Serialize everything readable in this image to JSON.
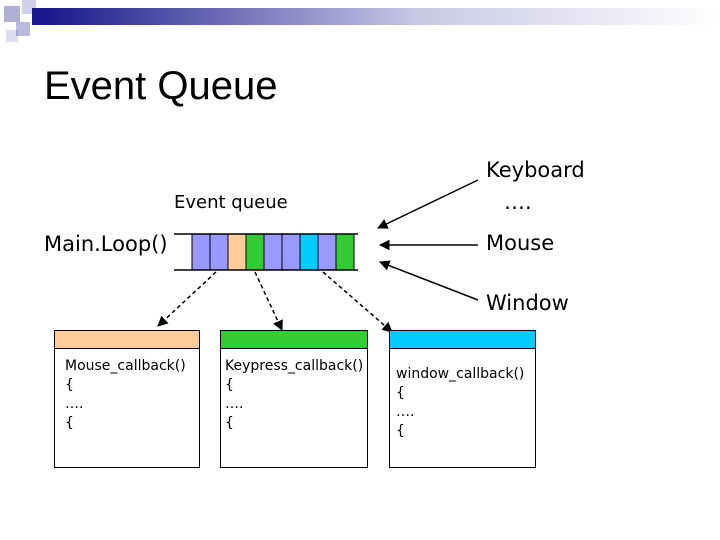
{
  "slide": {
    "title": "Event Queue",
    "queue_label": "Event queue",
    "main_loop_label": "Main.Loop()",
    "sources": {
      "keyboard": "Keyboard",
      "keyboard_more": "….",
      "mouse": "Mouse",
      "window": "Window"
    }
  },
  "queue_cells": [
    {
      "color": "#9999ff"
    },
    {
      "color": "#9999ff"
    },
    {
      "color": "#ffcc99"
    },
    {
      "color": "#33cc33"
    },
    {
      "color": "#9999ff"
    },
    {
      "color": "#9999ff"
    },
    {
      "color": "#00ccff"
    },
    {
      "color": "#9999ff"
    },
    {
      "color": "#33cc33"
    }
  ],
  "callbacks": [
    {
      "name": "Mouse_callback()",
      "open": "{",
      "body": "….",
      "close": "{",
      "color": "#ffcc99"
    },
    {
      "name": "Keypress_callback()",
      "open": "{",
      "body": "….",
      "close": "{",
      "color": "#33cc33"
    },
    {
      "name": "window_callback()",
      "open": "{",
      "body": "….",
      "close": "{",
      "color": "#00ccff"
    }
  ],
  "colors": {
    "header_blue": "#1a1a8c",
    "arrow": "#000000"
  }
}
